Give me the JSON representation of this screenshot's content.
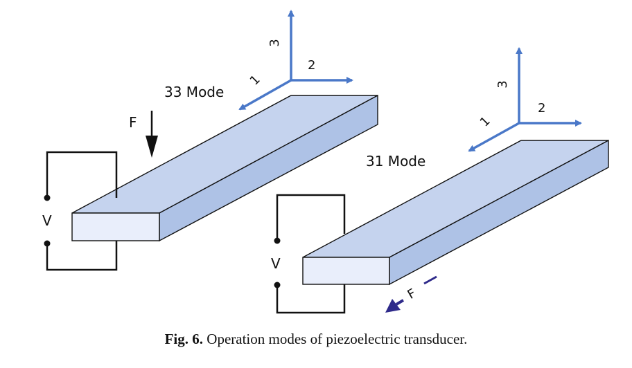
{
  "colors": {
    "bar_top": "#c5d3ee",
    "bar_front": "#e9eefb",
    "bar_side": "#aec2e6",
    "outline": "#111111",
    "axis": "#4a78c8",
    "force_arrow_31": "#2e2a8a"
  },
  "left_diagram": {
    "mode_label": "33 Mode",
    "force_label": "F",
    "voltage_label": "V",
    "axes": {
      "axis1": "1",
      "axis2": "2",
      "axis3": "3"
    }
  },
  "right_diagram": {
    "mode_label": "31 Mode",
    "force_label": "F",
    "voltage_label": "V",
    "axes": {
      "axis1": "1",
      "axis2": "2",
      "axis3": "3"
    }
  },
  "caption": {
    "label": "Fig. 6.",
    "text": "Operation modes of piezoelectric transducer."
  }
}
